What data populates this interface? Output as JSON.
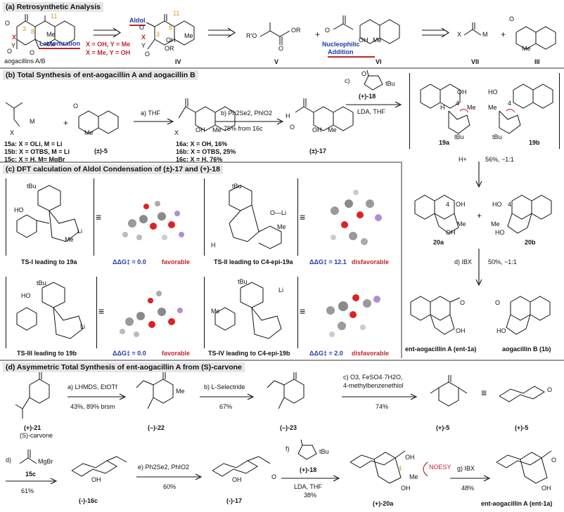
{
  "panel_a": {
    "header": "(a) Retrosynthetic Analysis",
    "aogacillins": "aogacillins A/B",
    "lactonization": "Lactonization",
    "aldol": "Aldol",
    "xy1": "X = OH, Y = Me",
    "xy2": "X = Me, Y = OH",
    "nucleophilic": "Nucleophilic",
    "addition": "Addition",
    "labels": {
      "IV": "IV",
      "V": "V",
      "VI": "VI",
      "VII": "VII",
      "III": "III",
      "M": "M",
      "X": "X",
      "RO": "R'O",
      "OR": "OR",
      "n11": "11",
      "n8": "8",
      "n3": "3"
    }
  },
  "panel_b": {
    "header": "(b) Total Synthesis of ent-aogacillin A and aogacillin B",
    "reagent_15": [
      "15a: X = OLi, M = Li",
      "15b: X = OTBS, M = Li",
      "15c: X = H, M= MgBr"
    ],
    "cmpd5": "(±)-5",
    "step_a": "a) THF",
    "yields_16": [
      "16a: X = OH, 16%",
      "16b: X = OTBS, 25%",
      "16c: X = H, 76%"
    ],
    "step_b": "b) Ph2Se2, PhIO2",
    "step_b_yield": "75% from 16c",
    "cmpd17": "(±)-17",
    "step_c": "c)",
    "reagent_18": "(+)-18",
    "lda": "LDA, THF",
    "tbu": "tBu",
    "cmpd19a": "19a",
    "cmpd19b": "19b",
    "hplus": "H+",
    "h_yield": "56%, ~1:1",
    "cmpd20a": "20a",
    "cmpd20b": "20b",
    "step_d": "d) IBX",
    "d_yield": "50%, ~1:1",
    "ent_aog": "ent-aogacillin A (ent-1a)",
    "aog_b": "aogacillin B (1b)"
  },
  "panel_c": {
    "header": "(c) DFT calculation of Aldol Condensation of (±)-17 and (+)-18",
    "ts": [
      {
        "label": "TS-I leading to 19a",
        "dg": "ΔΔG‡ = 0.0",
        "verdict": "favorable"
      },
      {
        "label": "TS-II leading to C4-epi-19a",
        "dg": "ΔΔG‡ = 12.1",
        "verdict": "disfavorable"
      },
      {
        "label": "TS-III leading to 19b",
        "dg": "ΔΔG‡ = 0.0",
        "verdict": "favorable"
      },
      {
        "label": "TS-IV leading to C4-epi-19b",
        "dg": "ΔΔG‡ = 2.0",
        "verdict": "disfavorable"
      }
    ]
  },
  "panel_d": {
    "header": "(d) Asymmetric Total Synthesis of ent-aogacillin A from (S)-carvone",
    "cmpd21": "(+)-21",
    "carvone": "(S)-carvone",
    "step_a": "a) LHMDS, EtOTf",
    "step_a_yield": "43%, 89% brsm",
    "cmpd22": "(–)-22",
    "step_b": "b) L-Selectride",
    "step_b_yield": "67%",
    "cmpd23": "(–)-23",
    "step_c1": "c) O3, FeSO4·7H2O,",
    "step_c2": "4-methylbenzenethiol",
    "step_c_yield": "74%",
    "cmpd5a": "(+)-5",
    "cmpd5b": "(+)-5",
    "step_d": "d)",
    "reagent_15c": "15c",
    "mgbr": "MgBr",
    "step_d_yield": "61%",
    "cmpd16c": "(-)-16c",
    "step_e": "e) Ph2Se2, PhIO2",
    "step_e_yield": "60%",
    "cmpd17": "(-)-17",
    "step_f": "f)",
    "reagent_18": "(+)-18",
    "lda": "LDA, THF",
    "step_f_yield": "38%",
    "cmpd20a": "(+)-20a",
    "noesy": "NOESY",
    "step_g": "g) IBX",
    "step_g_yield": "48%",
    "ent_aog": "ent-aogacillin A (ent-1a)"
  }
}
